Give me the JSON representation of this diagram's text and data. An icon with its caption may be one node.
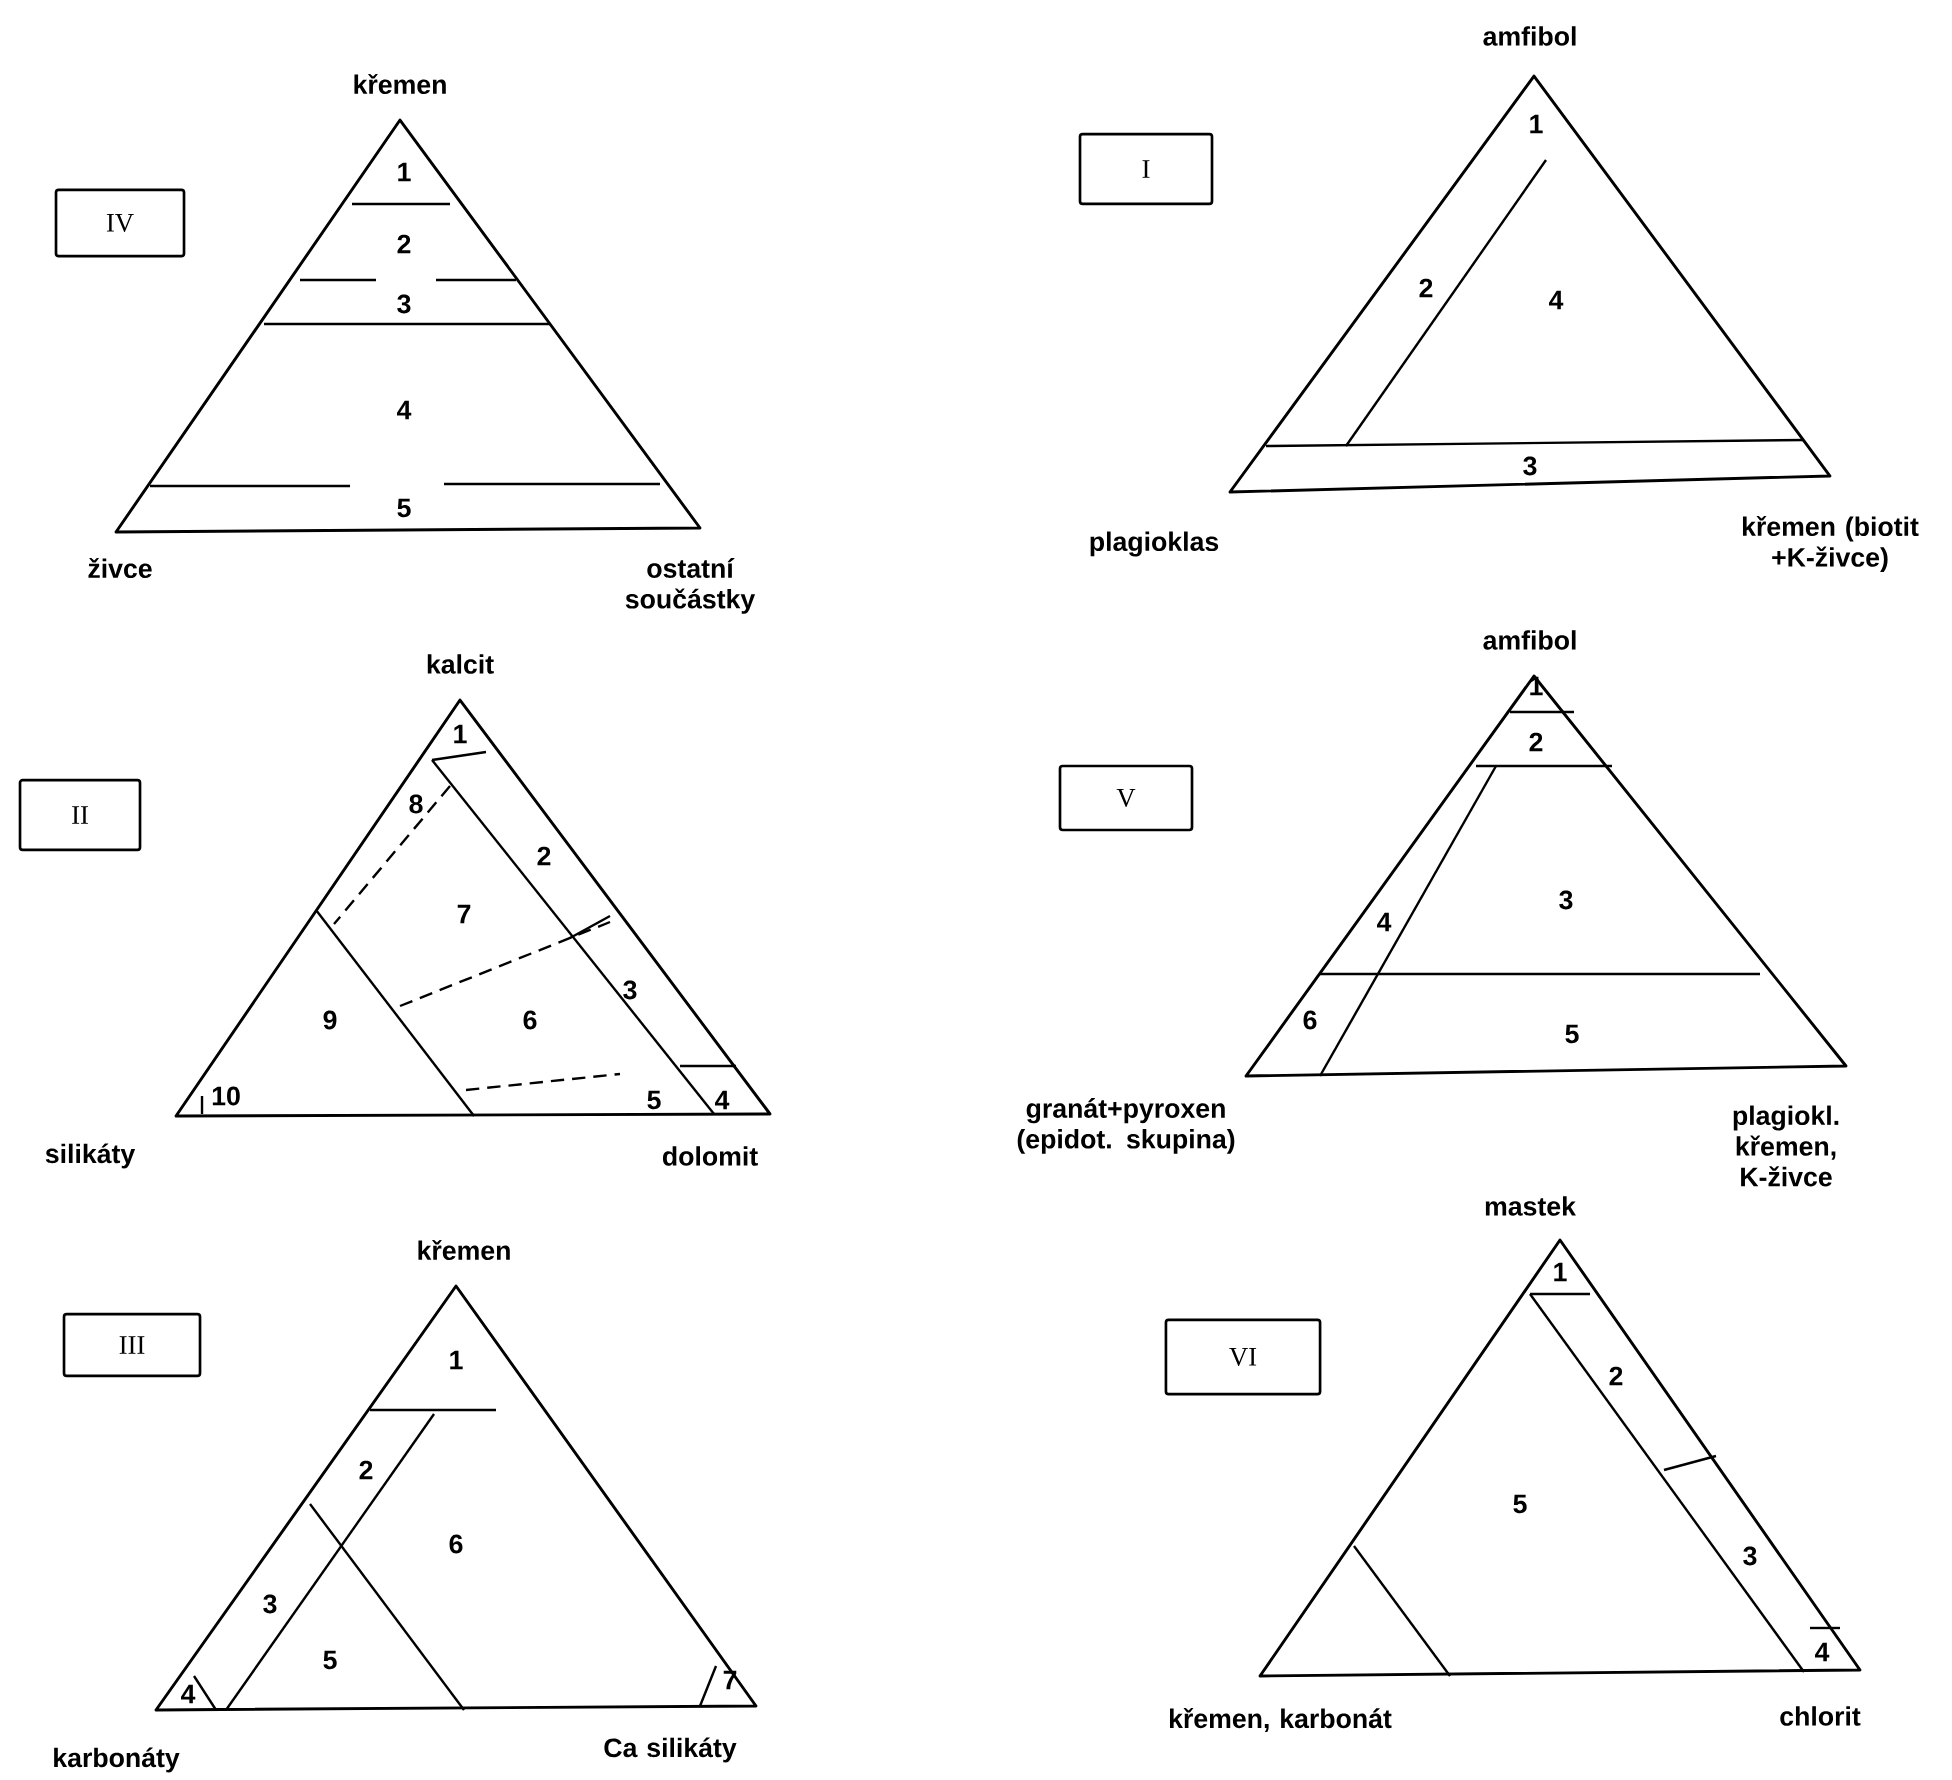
{
  "diagram": {
    "nodes": [
      {
        "text": [
          "IV"
        ]
      },
      {
        "text": [
          "1",
          "2",
          "3",
          "4",
          "5"
        ],
        "beside": [
          "křemen",
          "živce",
          "ostatní součástky"
        ]
      },
      {
        "text": [
          "I"
        ]
      },
      {
        "text": [
          "1",
          "2",
          "4",
          "3"
        ],
        "beside": [
          "amfibol",
          "plagioklas",
          "křemen (biotit +K-živce)"
        ]
      },
      {
        "text": [
          "II"
        ]
      },
      {
        "text": [
          "1",
          "8",
          "2",
          "7",
          "3",
          "9",
          "6",
          "10",
          "5",
          "4"
        ],
        "beside": [
          "kalcit",
          "silikáty",
          "dolomit"
        ]
      },
      {
        "text": [
          "V"
        ]
      },
      {
        "text": [
          "1",
          "2",
          "3",
          "4",
          "6",
          "5"
        ],
        "beside": [
          "amfibol",
          "granát+pyroxen (epidot. skupina)",
          "plagiokl. křemen, K-živce"
        ]
      },
      {
        "text": [
          "III"
        ]
      },
      {
        "text": [
          "1",
          "2",
          "6",
          "3",
          "5",
          "4",
          "7"
        ],
        "beside": [
          "křemen",
          "karbonáty",
          "Ca silikáty"
        ]
      },
      {
        "text": [
          "VI"
        ]
      },
      {
        "text": [
          "1",
          "2",
          "5",
          "3",
          "4"
        ],
        "beside": [
          "mastek",
          "křemen, karbonát",
          "chlorit"
        ]
      }
    ]
  }
}
